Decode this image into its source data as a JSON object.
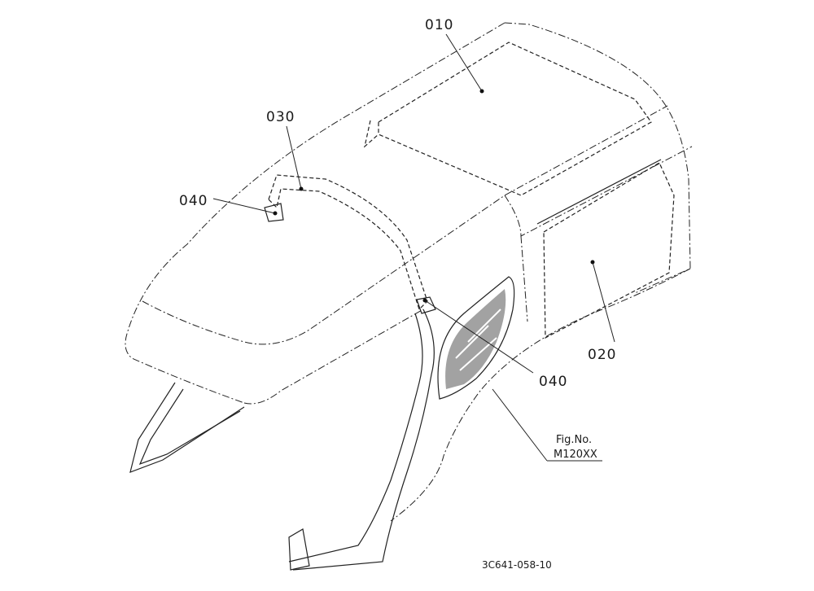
{
  "callouts": {
    "c010": "010",
    "c020": "020",
    "c030": "030",
    "c040a": "040",
    "c040b": "040"
  },
  "figure": {
    "fig_no_label": "Fig.No.",
    "fig_no_value": "M120XX"
  },
  "drawing_code": "3C641-058-10"
}
